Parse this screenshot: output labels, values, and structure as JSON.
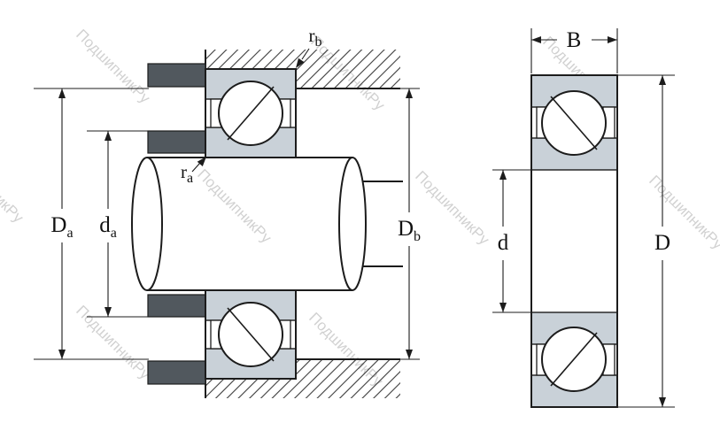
{
  "diagram": {
    "kind": "angular-contact-ball-bearing-mounting-drawing",
    "watermark": {
      "text": "ПодшипникРу"
    },
    "left_view": {
      "labels": {
        "Da": {
          "base": "D",
          "sub": "a"
        },
        "da": {
          "base": "d",
          "sub": "a"
        },
        "Db": {
          "base": "D",
          "sub": "b"
        },
        "ra": {
          "base": "r",
          "sub": "a"
        },
        "rb": {
          "base": "r",
          "sub": "b"
        }
      }
    },
    "right_view": {
      "labels": {
        "B": {
          "base": "B",
          "sub": ""
        },
        "d": {
          "base": "d",
          "sub": ""
        },
        "D": {
          "base": "D",
          "sub": ""
        }
      }
    },
    "colors": {
      "ring_fill": "#c9d1d8",
      "dark_fill": "#51585e",
      "line": "#1c1c1c",
      "watermark": "#c6c6c6"
    }
  }
}
